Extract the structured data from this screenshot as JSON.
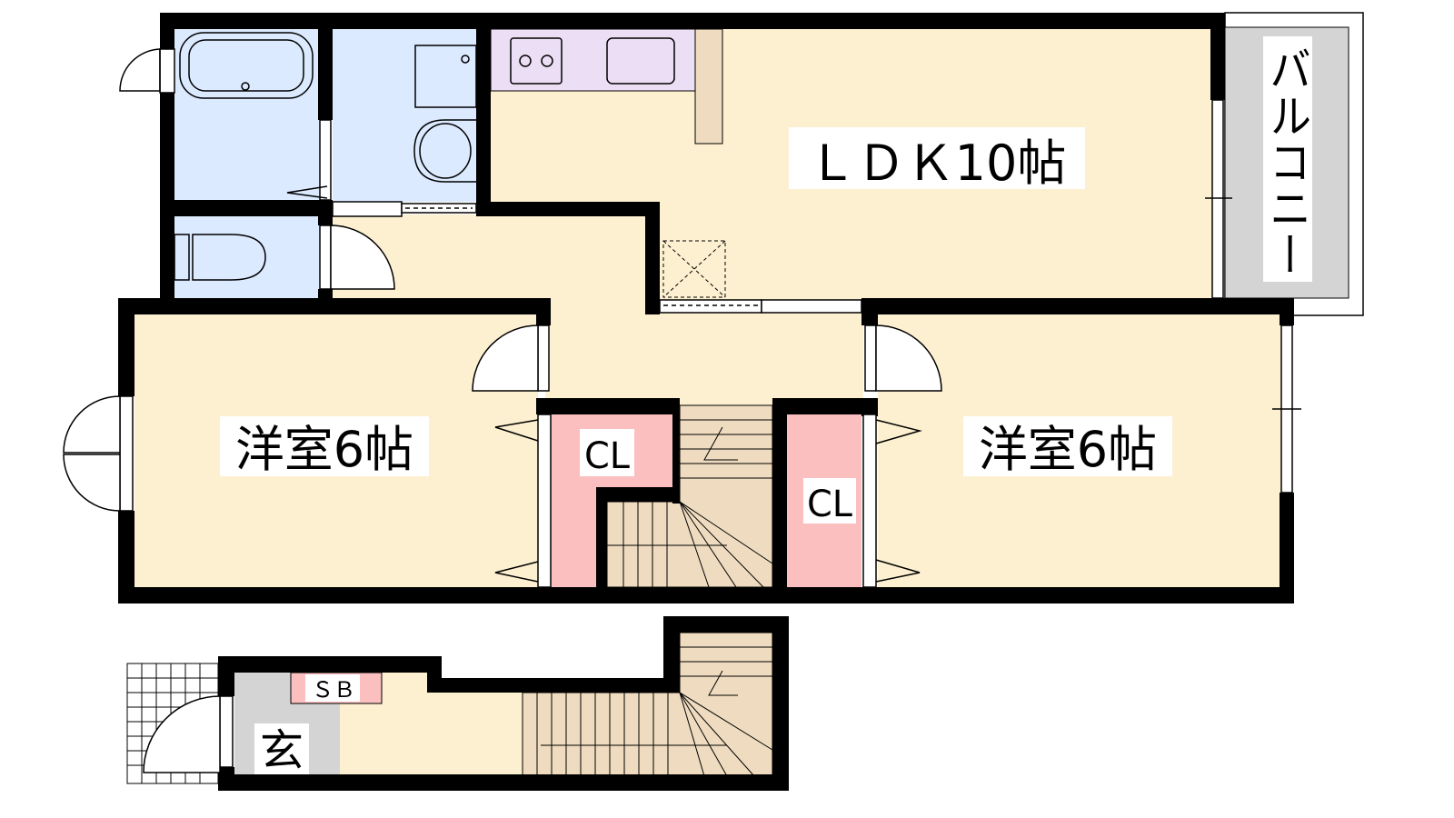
{
  "rooms": {
    "ldk": "ＬＤＫ10帖",
    "western_left": "洋室6帖",
    "western_right": "洋室6帖",
    "closet_left": "CL",
    "closet_right": "CL",
    "balcony": "バルコニー",
    "shoe_box": "ＳＢ",
    "entrance": "玄"
  },
  "colors": {
    "floor": "#fdf0d0",
    "wet_area": "#dbeafe",
    "kitchen": "#ecdff5",
    "closet": "#fbbfc0",
    "stairs": "#efdcc0",
    "balcony": "#d4d4d4",
    "wall": "#000000"
  }
}
